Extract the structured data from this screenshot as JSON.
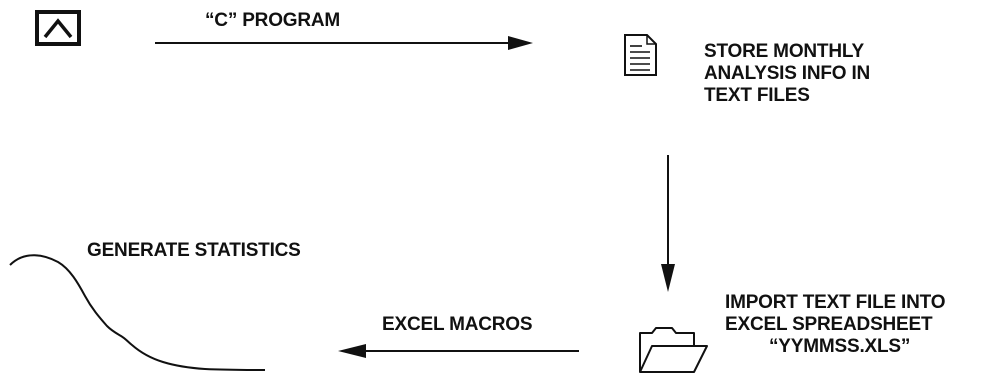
{
  "labels": {
    "c_program": "“C” PROGRAM",
    "store_line1": "STORE MONTHLY",
    "store_line2": "ANALYSIS INFO IN",
    "store_line3": "TEXT FILES",
    "import_line1": "IMPORT TEXT FILE INTO",
    "import_line2": "EXCEL SPREADSHEET",
    "import_line3": "“YYMMSS.XLS”",
    "excel_macros": "EXCEL MACROS",
    "generate_statistics": "GENERATE STATISTICS"
  },
  "icons": {
    "source": "up-chevron-box-icon",
    "text_file": "document-icon",
    "spreadsheet": "open-folder-icon",
    "statistics": "curve-icon"
  },
  "colors": {
    "ink": "#111111",
    "background": "#ffffff"
  }
}
